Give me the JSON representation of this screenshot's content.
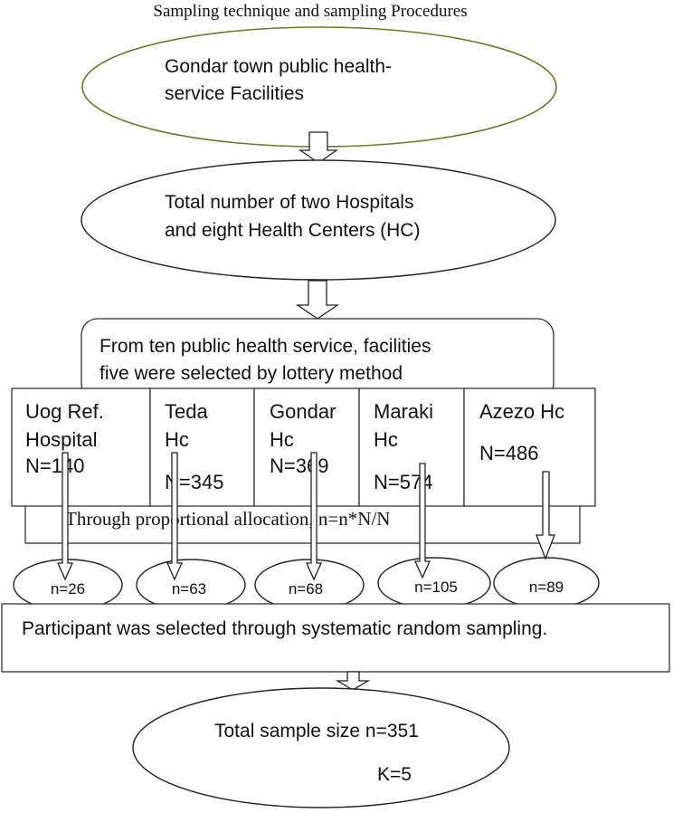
{
  "title": "Sampling technique and sampling Procedures",
  "step1": {
    "line1": "Gondar town public health-",
    "line2": "service Facilities",
    "outline_color": "#6b7a2a"
  },
  "step2": {
    "line1": "Total number of two Hospitals",
    "line2": "and eight Health Centers (HC)"
  },
  "step3": {
    "line1": "From ten public health service, facilities",
    "line2": "five were selected by lottery method"
  },
  "facilities": [
    {
      "name1": "Uog Ref.",
      "name2": "Hospital",
      "total": "N=140",
      "sample": "n=26"
    },
    {
      "name1": "Teda",
      "name2": "Hc",
      "total": "N=345",
      "sample": "n=63"
    },
    {
      "name1": "Gondar",
      "name2": "Hc",
      "total": "N=369",
      "sample": "n=68"
    },
    {
      "name1": "Maraki",
      "name2": "Hc",
      "total": "N=574",
      "sample": "n=105"
    },
    {
      "name1": "Azezo Hc",
      "name2": "",
      "total": "N=486",
      "sample": "n=89"
    }
  ],
  "allocation_note": "Through proportional allocation, n=n*N/N",
  "step5": "Participant was selected through systematic random sampling.",
  "result": {
    "line1": "Total sample size n=351",
    "line2": "K=5"
  }
}
